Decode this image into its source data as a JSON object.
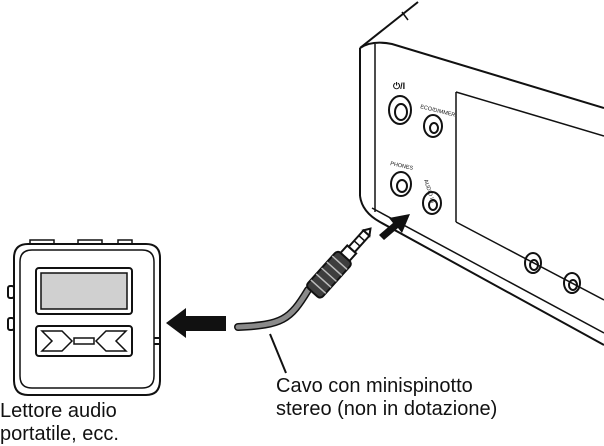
{
  "unit_labels": {
    "power": "⏻/I",
    "eco_dimmer": "ECO/DIMMER",
    "phones": "PHONES",
    "audio_in": "AUDIO IN"
  },
  "callouts": {
    "cable_line1": "Cavo con minispinotto",
    "cable_line2": "stereo (non in dotazione)",
    "player_line1": "Lettore audio",
    "player_line2": "portatile, ecc."
  },
  "colors": {
    "line": "#111111",
    "cable": "#8a8a8a",
    "cable_dark": "#4a4a4a",
    "screen": "#d0d0d0",
    "arrow": "#111111"
  }
}
